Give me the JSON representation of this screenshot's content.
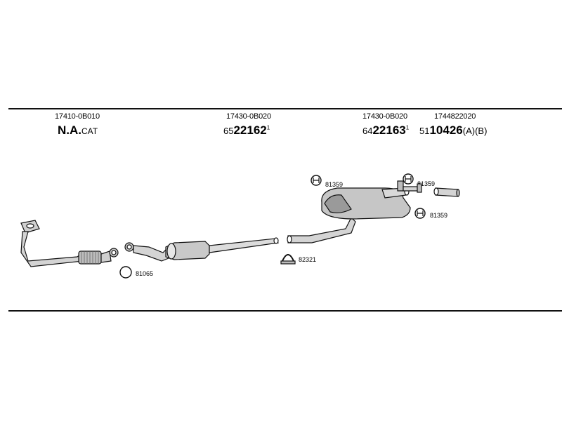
{
  "header_parts": [
    {
      "id": "p1",
      "part_number": "17410-0B010",
      "ref_main": "N.A.",
      "ref_suffix": "CAT"
    },
    {
      "id": "p2",
      "part_number": "17430-0B020",
      "ref_prefix": "65",
      "ref_main": "22162",
      "ref_sup": "1"
    },
    {
      "id": "p3",
      "part_number": "17430-0B020",
      "ref_prefix": "64",
      "ref_main": "22163",
      "ref_sup": "1"
    },
    {
      "id": "p4",
      "part_number": "1744822020",
      "ref_prefix": "51",
      "ref_main": "10426",
      "ref_suffix": "(A)(B)"
    }
  ],
  "callouts": {
    "c81359_a": "81359",
    "c81359_b": "81359",
    "c81359_c": "81359",
    "c81065": "81065",
    "c82321": "82321"
  },
  "colors": {
    "line": "#111111",
    "part_fill": "#d9d9d9",
    "part_shade": "#9a9a9a"
  }
}
